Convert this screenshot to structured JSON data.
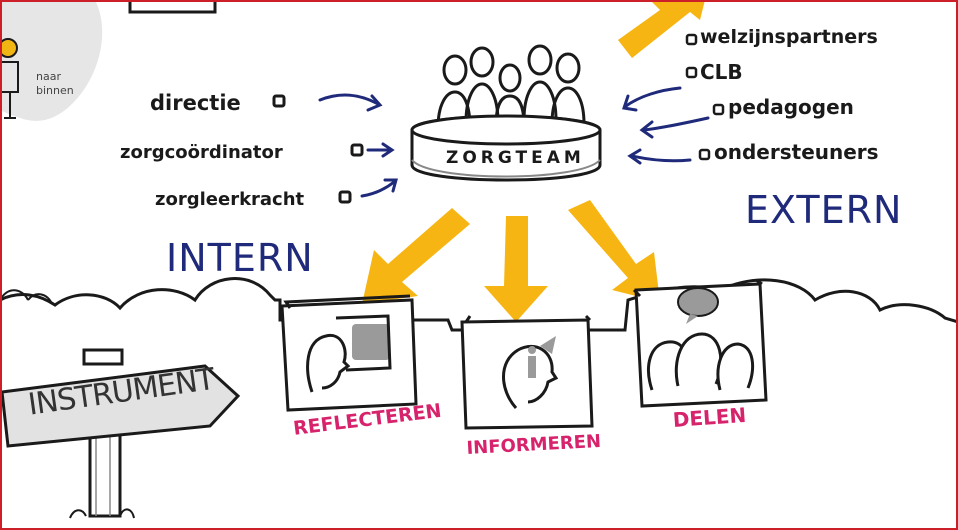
{
  "colors": {
    "ink": "#1a1a1a",
    "navy": "#1f2a7a",
    "arrow_yellow": "#f6b512",
    "magenta": "#d6236c",
    "grey_fill": "#9a9a9a",
    "frame_red": "#cc1f2a"
  },
  "corner_sign": {
    "line1": "naar",
    "line2": "binnen"
  },
  "center": {
    "label": "ZORGTEAM"
  },
  "intern": {
    "heading": "INTERN",
    "items": [
      "directie",
      "zorgcoördinator",
      "zorgleerkracht"
    ]
  },
  "extern": {
    "heading": "EXTERN",
    "items": [
      "welzijnspartners",
      "CLB",
      "pedagogen",
      "ondersteuners"
    ]
  },
  "outcomes": [
    {
      "label": "REFLECTEREN",
      "icon": "person-thought-icon"
    },
    {
      "label": "INFORMEREN",
      "icon": "person-info-icon"
    },
    {
      "label": "DELEN",
      "icon": "group-speech-icon"
    }
  ],
  "signpost": {
    "label": "INSTRUMENT"
  }
}
